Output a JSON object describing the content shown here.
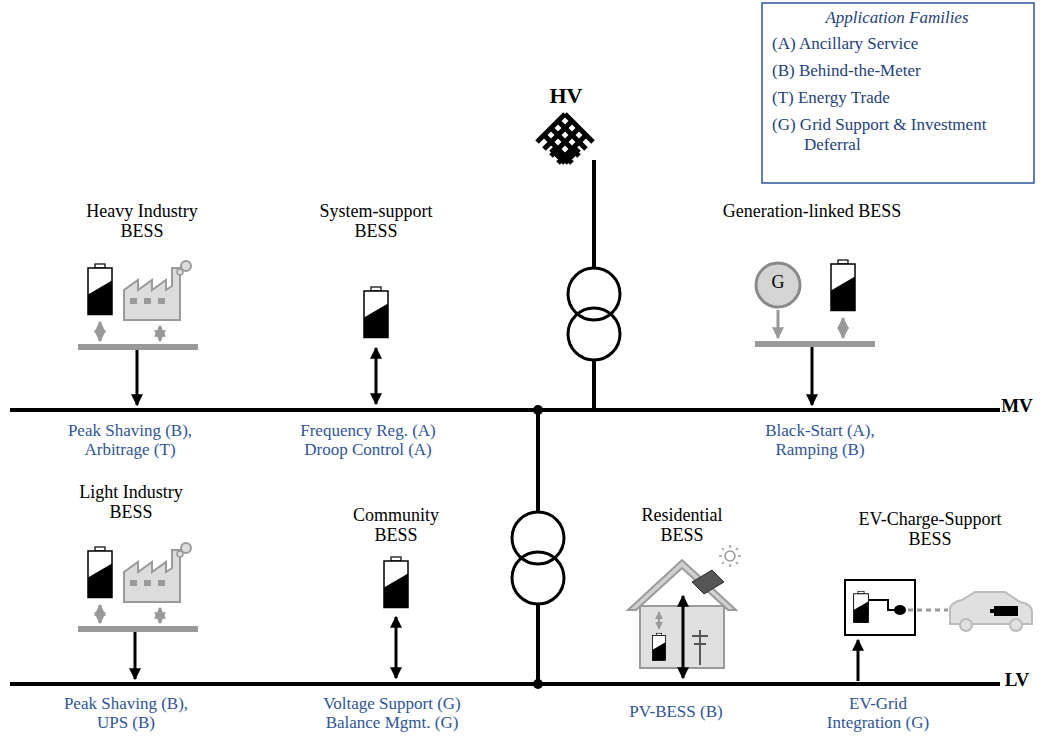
{
  "diagram": {
    "labels": [
      "Application Families",
      "Heavy Industry BESS",
      "System-support BESS",
      "HV",
      "Generation-linked BESS",
      "Peak Shaving (B), Arbitrage (T)",
      "Frequency Reg. (A) Droop Control (A)",
      "MV",
      "Black-Start (A), Ramping (B)",
      "Light Industry BESS",
      "Community BESS",
      "Residential BESS",
      "EV-Charge-Support BESS",
      "Peak Shaving (B), UPS (B)",
      "Voltage Support (G) Balance Mgmt. (G)",
      "PV-BESS (B)",
      "EV-Grid Integration (G)",
      "LV",
      "G"
    ],
    "legend": [
      {
        "text": "(A) Ancillary Service"
      },
      {
        "text": "(B) Behind-the-Meter"
      },
      {
        "text": "(T) Energy Trade"
      },
      {
        "text": "(G) Grid Support & Investment Deferral"
      }
    ]
  }
}
